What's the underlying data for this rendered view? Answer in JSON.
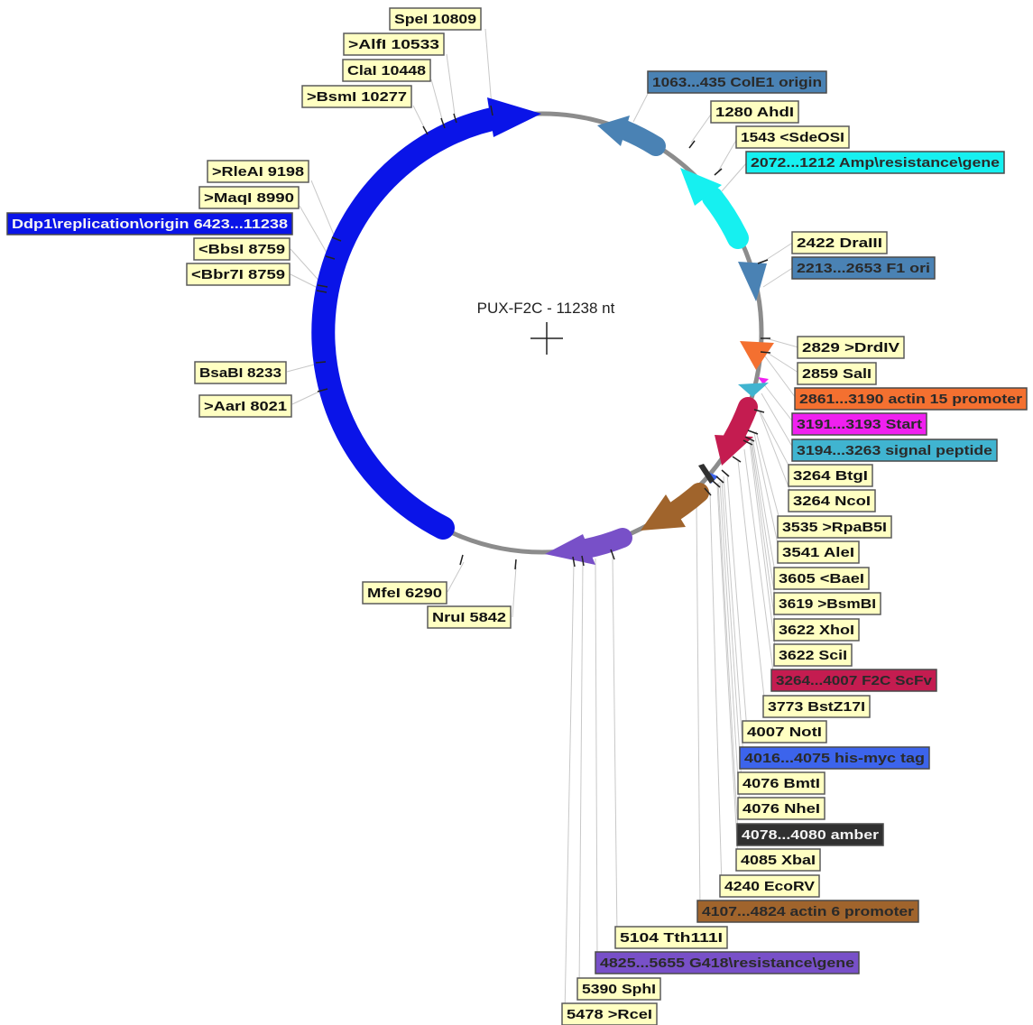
{
  "plasmid": {
    "name": "PUX-F2C",
    "length": 11238,
    "title": "PUX-F2C - 11238 nt"
  },
  "colors": {
    "backbone": "#8c8c8c",
    "site_label_fill": "#ffffc2",
    "site_label_border": "#5a5a5a",
    "leader_line": "#c8c8c8",
    "tick": "#222222"
  },
  "features": [
    {
      "id": "ddp1",
      "text": "Ddp1\\replication\\origin  6423...11238",
      "start": 6423,
      "end": 11238,
      "color": "#0a14e8",
      "dark_text": false
    },
    {
      "id": "cole1",
      "text": "1063...435  ColE1 origin",
      "start": 435,
      "end": 1063,
      "color": "#4a82b4",
      "dark_text": true
    },
    {
      "id": "amp",
      "text": "2072...1212  Amp\\resistance\\gene",
      "start": 1212,
      "end": 2072,
      "color": "#16f0f0",
      "dark_text": true
    },
    {
      "id": "f1ori",
      "text": "2213...2653  F1 ori",
      "start": 2213,
      "end": 2653,
      "color": "#4a82b4",
      "dark_text": true
    },
    {
      "id": "actin15",
      "text": "2861...3190  actin 15 promoter",
      "start": 2861,
      "end": 3190,
      "color": "#f47030",
      "dark_text": true
    },
    {
      "id": "start",
      "text": "3191...3193  Start",
      "start": 3191,
      "end": 3193,
      "color": "#f020f0",
      "dark_text": true
    },
    {
      "id": "signal",
      "text": "3194...3263  signal peptide",
      "start": 3194,
      "end": 3263,
      "color": "#40b4d0",
      "dark_text": true
    },
    {
      "id": "f2c",
      "text": "3264...4007  F2C ScFv",
      "start": 3264,
      "end": 4007,
      "color": "#c41c50",
      "dark_text": true
    },
    {
      "id": "hismyc",
      "text": "4016...4075  his-myc tag",
      "start": 4016,
      "end": 4075,
      "color": "#3c64ec",
      "dark_text": true
    },
    {
      "id": "amber",
      "text": "4078...4080  amber",
      "start": 4078,
      "end": 4080,
      "color": "#303030",
      "dark_text": false
    },
    {
      "id": "actin6",
      "text": "4107...4824  actin 6 promoter",
      "start": 4107,
      "end": 4824,
      "color": "#a0642c",
      "dark_text": true
    },
    {
      "id": "g418",
      "text": "4825...5655  G418\\resistance\\gene",
      "start": 4825,
      "end": 5655,
      "color": "#7850c8",
      "dark_text": true
    }
  ],
  "sites": [
    {
      "id": "spei",
      "text": "SpeI  10809",
      "pos": 10809
    },
    {
      "id": "alfi",
      "text": ">AlfI  10533",
      "pos": 10533
    },
    {
      "id": "clai",
      "text": "ClaI  10448",
      "pos": 10448
    },
    {
      "id": "bsmi",
      "text": ">BsmI  10277",
      "pos": 10277
    },
    {
      "id": "rleai",
      "text": ">RleAI  9198",
      "pos": 9198
    },
    {
      "id": "maqi",
      "text": ">MaqI  8990",
      "pos": 8990
    },
    {
      "id": "bbsi",
      "text": "<BbsI  8759",
      "pos": 8759
    },
    {
      "id": "bbr7i",
      "text": "<Bbr7I  8759",
      "pos": 8759
    },
    {
      "id": "bsabi",
      "text": "BsaBI  8233",
      "pos": 8233
    },
    {
      "id": "aari",
      "text": ">AarI  8021",
      "pos": 8021
    },
    {
      "id": "mfei",
      "text": "MfeI  6290",
      "pos": 6290
    },
    {
      "id": "nrui",
      "text": "NruI  5842",
      "pos": 5842
    },
    {
      "id": "ahdi",
      "text": "1280  AhdI",
      "pos": 1280
    },
    {
      "id": "sdeosi",
      "text": "1543  <SdeOSI",
      "pos": 1543
    },
    {
      "id": "dralll",
      "text": "2422  DraIII",
      "pos": 2422
    },
    {
      "id": "drdiv",
      "text": "2829  >DrdIV",
      "pos": 2829
    },
    {
      "id": "sali",
      "text": "2859  SalI",
      "pos": 2859
    },
    {
      "id": "btgi",
      "text": "3264  BtgI",
      "pos": 3264
    },
    {
      "id": "ncoi",
      "text": "3264  NcoI",
      "pos": 3264
    },
    {
      "id": "rpab5i",
      "text": "3535  >RpaB5I",
      "pos": 3535
    },
    {
      "id": "alei",
      "text": "3541  AleI",
      "pos": 3541
    },
    {
      "id": "baei",
      "text": "3605  <BaeI",
      "pos": 3605
    },
    {
      "id": "bsmbi",
      "text": "3619  >BsmBI",
      "pos": 3619
    },
    {
      "id": "xhoi",
      "text": "3622  XhoI",
      "pos": 3622
    },
    {
      "id": "scii",
      "text": "3622  SciI",
      "pos": 3622
    },
    {
      "id": "bstz17i",
      "text": "3773  BstZ17I",
      "pos": 3773
    },
    {
      "id": "noti",
      "text": "4007  NotI",
      "pos": 4007
    },
    {
      "id": "bmti",
      "text": "4076  BmtI",
      "pos": 4076
    },
    {
      "id": "nhei",
      "text": "4076  NheI",
      "pos": 4076
    },
    {
      "id": "xbai",
      "text": "4085  XbaI",
      "pos": 4085
    },
    {
      "id": "ecorv",
      "text": "4240  EcoRV",
      "pos": 4240
    },
    {
      "id": "tth111i",
      "text": "5104  Tth111I",
      "pos": 5104
    },
    {
      "id": "sphi",
      "text": "5390  SphI",
      "pos": 5390
    },
    {
      "id": "rcei",
      "text": "5478  >RceI",
      "pos": 5478
    }
  ]
}
